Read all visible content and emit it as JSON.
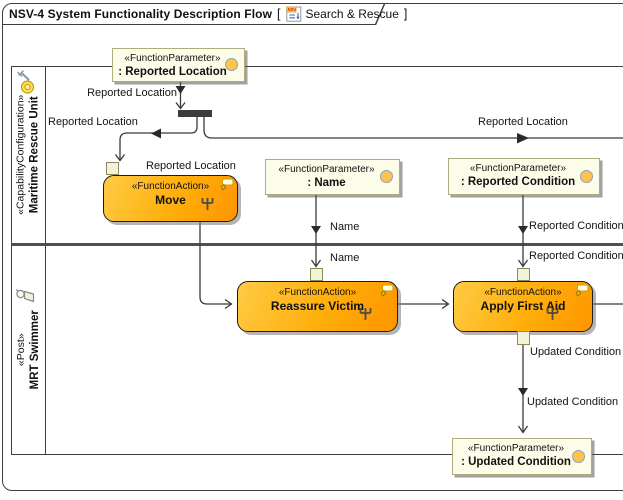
{
  "frame": {
    "title": "NSV-4 System Functionality Description Flow",
    "bracket_open": "[",
    "bracket_close": "]",
    "subtitle": "Search & Rescue"
  },
  "lanes": [
    {
      "stereotype": "«CapabilityConfiguration»",
      "name": "Maritime Rescue Unit"
    },
    {
      "stereotype": "«Post»",
      "name": "MRT Swimmer"
    }
  ],
  "nodes": {
    "parameters": [
      {
        "stereotype": "«FunctionParameter»",
        "name": ": Reported Location"
      },
      {
        "stereotype": "«FunctionParameter»",
        "name": ": Name"
      },
      {
        "stereotype": "«FunctionParameter»",
        "name": ": Reported Condition"
      },
      {
        "stereotype": "«FunctionParameter»",
        "name": ": Updated Condition"
      }
    ],
    "actions": [
      {
        "stereotype": "«FunctionAction»",
        "name": "Move"
      },
      {
        "stereotype": "«FunctionAction»",
        "name": "Reassure Victim"
      },
      {
        "stereotype": "«FunctionAction»",
        "name": "Apply First Aid"
      }
    ]
  },
  "labels": {
    "flow_top": "Reported Location",
    "flow_left": "Reported Location",
    "flow_right": "Reported Location",
    "move_pin": "Reported Location",
    "name_upper": "Name",
    "name_lower": "Name",
    "reported_condition_upper": "Reported Condition",
    "reported_condition_lower": "Reported Condition",
    "updated_condition_upper": "Updated Condition",
    "updated_condition_lower": "Updated Condition"
  },
  "colors": {
    "action_gradient_start": "#FFCB45",
    "action_gradient_end": "#FF9500",
    "parameter_fill": "#FCFCE8",
    "parameter_border": "#ADAD7E",
    "circle_fill": "#FDC34E",
    "fork_bar": "#3C3C3C",
    "line": "#3A3A3A",
    "frame_border": "#3E3E3E"
  }
}
